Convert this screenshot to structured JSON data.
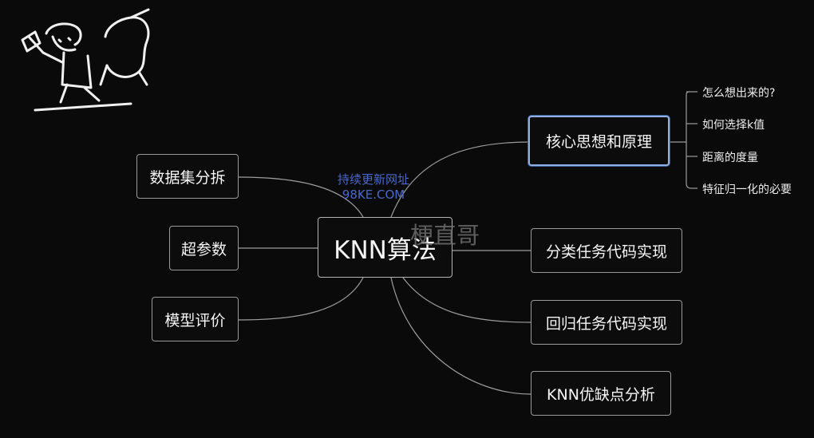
{
  "center": {
    "label": "KNN算法"
  },
  "left_nodes": [
    {
      "label": "数据集分拆"
    },
    {
      "label": "超参数"
    },
    {
      "label": "模型评价"
    }
  ],
  "right_nodes": [
    {
      "label": "核心思想和原理"
    },
    {
      "label": "分类任务代码实现"
    },
    {
      "label": "回归任务代码实现"
    },
    {
      "label": "KNN优缺点分析"
    }
  ],
  "sub_nodes": [
    {
      "label": "怎么想出来的?"
    },
    {
      "label": "如何选择k值"
    },
    {
      "label": "距离的度量"
    },
    {
      "label": "特征归一化的必要"
    }
  ],
  "watermarks": {
    "line1": "持续更新网址",
    "line2": "98KE.COM",
    "overlay": "梗直哥"
  },
  "colors": {
    "background": "#0a0a0a",
    "connector": "#9d9d9d",
    "selected_border": "#8fb0e0",
    "watermark_blue": "#4a68c8"
  }
}
